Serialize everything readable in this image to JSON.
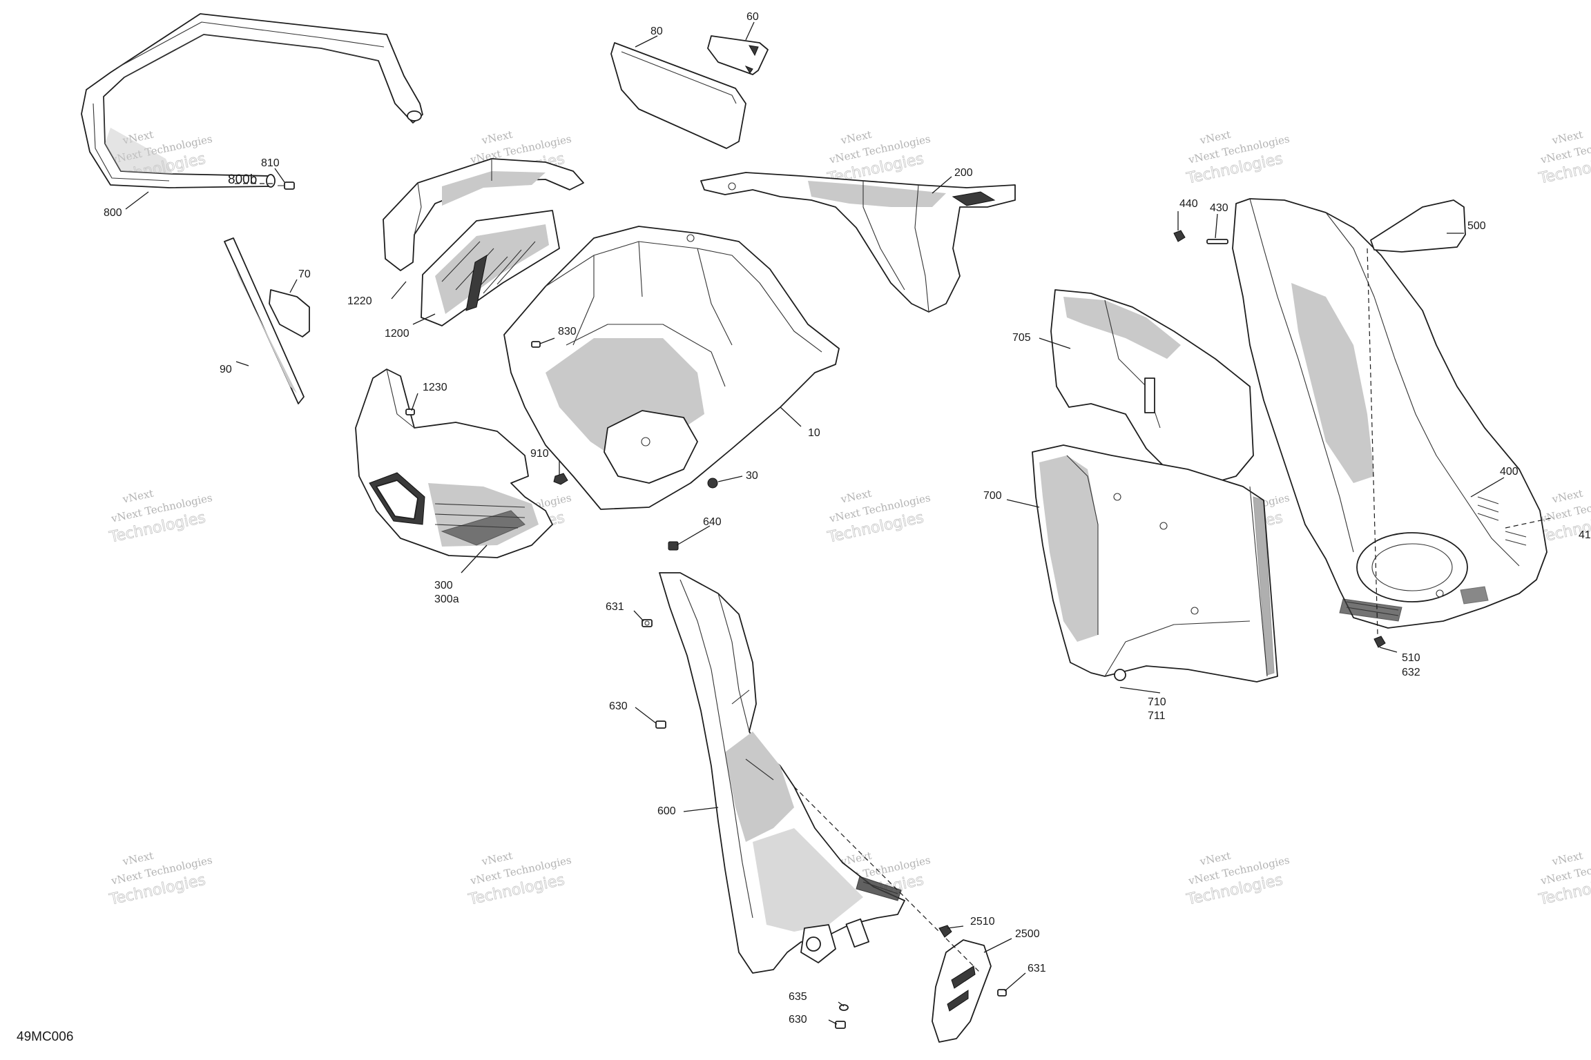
{
  "diagram_id": "49MC006",
  "watermark": {
    "line1": "vNext Technologies",
    "line2": "Technologies",
    "line3": "vNext"
  },
  "callouts": {
    "c10": "10",
    "c30": "30",
    "c60": "60",
    "c70": "70",
    "c80": "80",
    "c90": "90",
    "c200": "200",
    "c300": "300",
    "c300a": "300a",
    "c400": "400",
    "c430": "430",
    "c440": "440",
    "c500": "500",
    "c510": "510",
    "c600": "600",
    "c630_top": "630",
    "c630_bottom": "630",
    "c631_top": "631",
    "c631_bottom": "631",
    "c632": "632",
    "c635": "635",
    "c640": "640",
    "c700": "700",
    "c705": "705",
    "c710": "710",
    "c711": "711",
    "c800": "800",
    "c800b": "800b",
    "c810": "810",
    "c830": "830",
    "c910": "910",
    "c1200": "1200",
    "c1220": "1220",
    "c1230": "1230",
    "c2500": "2500",
    "c2510": "2510",
    "c41_partial": "41"
  },
  "colors": {
    "line": "#1e1e1e",
    "shade": "#c9c9c9",
    "watermark": "#9a9a9a"
  }
}
